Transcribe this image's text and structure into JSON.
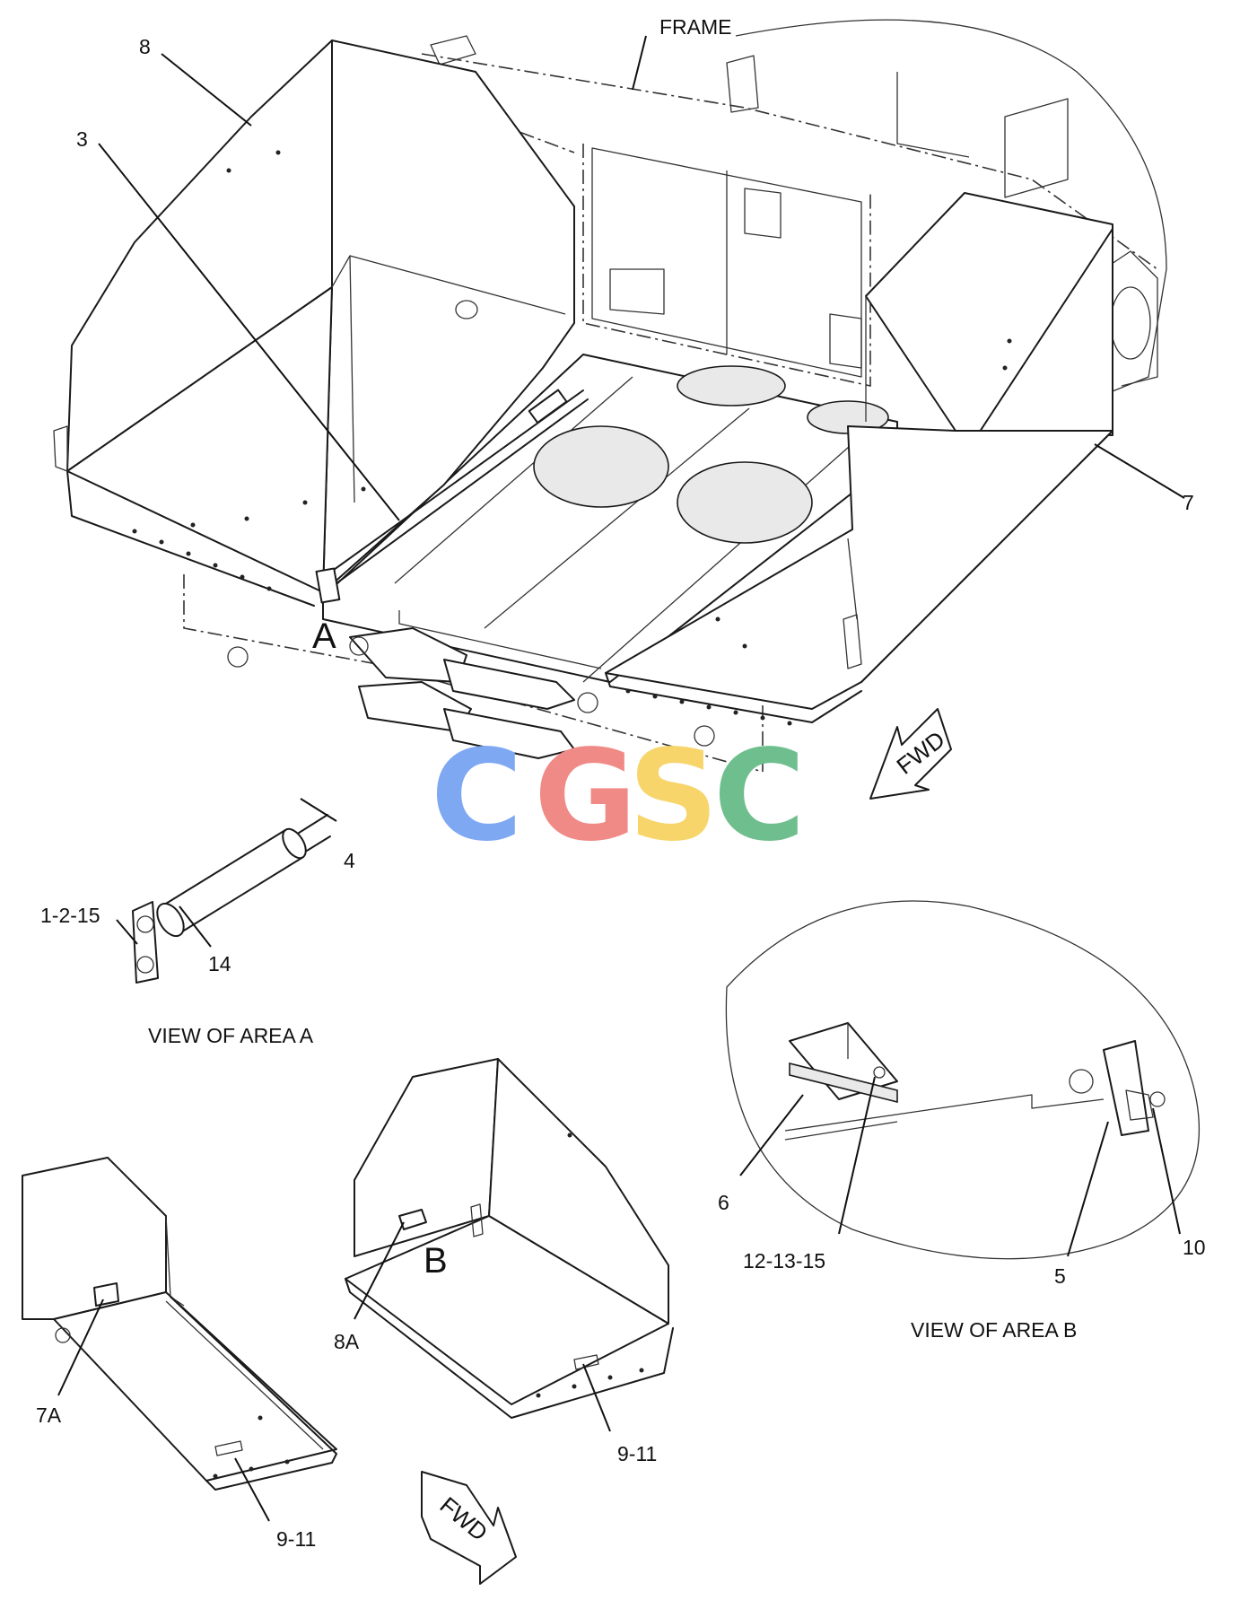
{
  "labels": {
    "frame": "FRAME",
    "p8": "8",
    "p3": "3",
    "p7": "7",
    "p4": "4",
    "p1_2_15": "1-2-15",
    "p14": "14",
    "area_a": "A",
    "area_b": "B",
    "p6": "6",
    "p12_13_15": "12-13-15",
    "p5": "5",
    "p10": "10",
    "p8a": "8A",
    "p7a": "7A",
    "p9_11_mid": "9-11",
    "p9_11_low": "9-11"
  },
  "captions": {
    "view_a": "VIEW OF AREA  A",
    "view_b": "VIEW OF AREA  B"
  },
  "arrows": {
    "fwd_upper": "FWD",
    "fwd_lower": "FWD"
  },
  "watermark": {
    "letters": [
      "C",
      "G",
      "S",
      "C"
    ],
    "colors": [
      "#7fa8f3",
      "#f08a86",
      "#f7d56a",
      "#6fbf8e"
    ]
  }
}
